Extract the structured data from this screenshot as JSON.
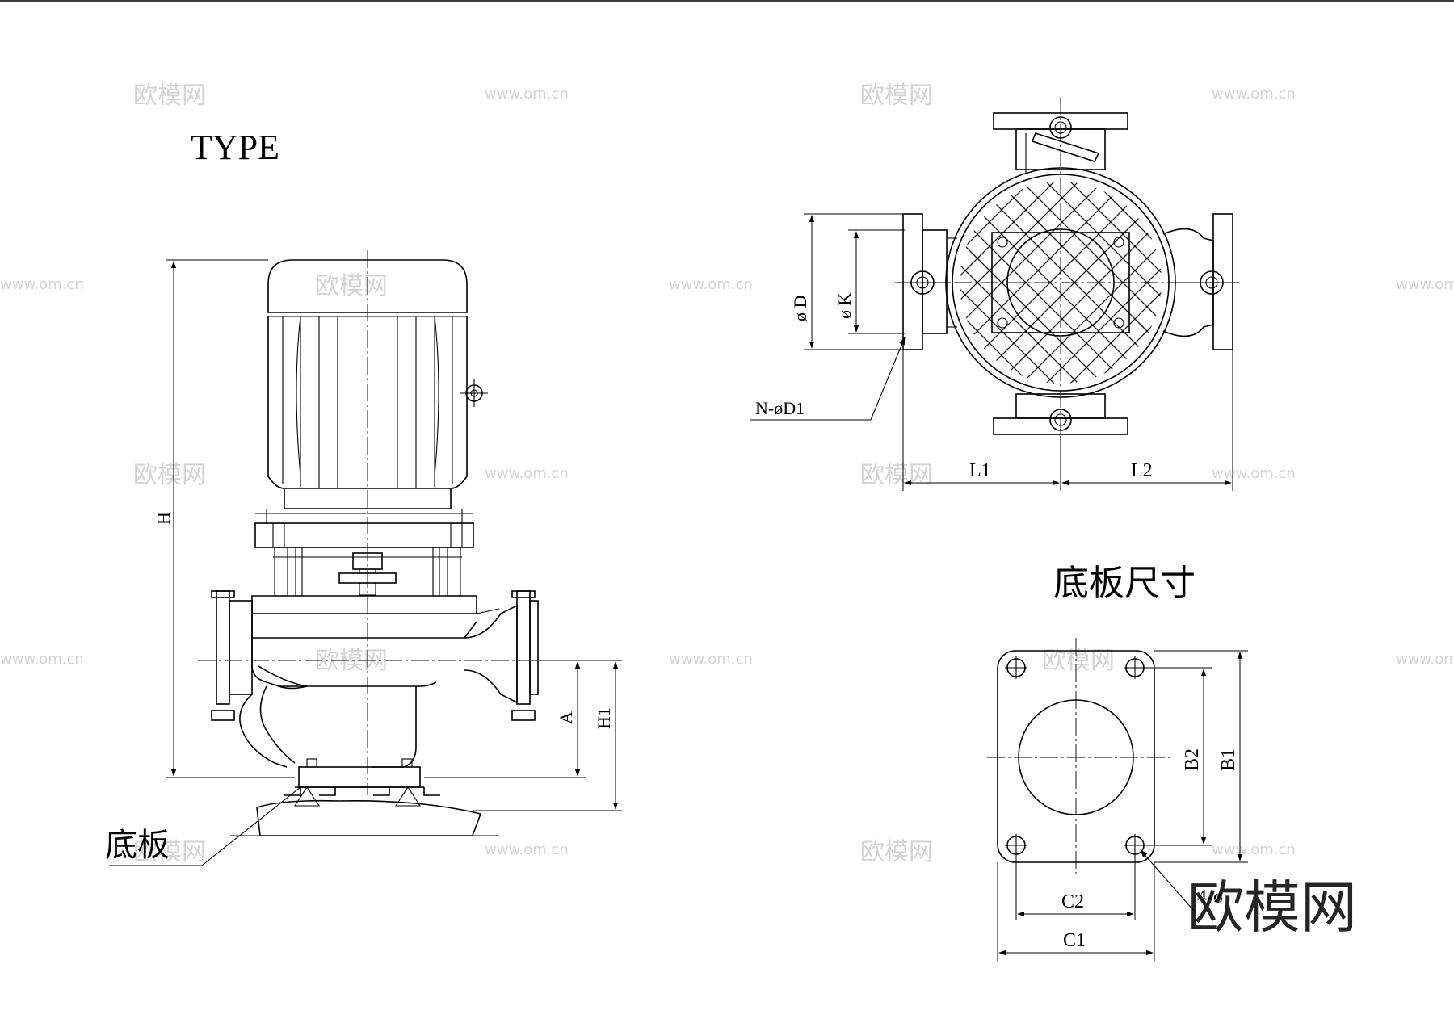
{
  "main_view": {
    "type_label": "TYPE",
    "dim_H": "H",
    "dim_H1": "H1",
    "dim_A": "A",
    "base_label": "底板"
  },
  "top_view": {
    "dim_D": "ø D",
    "dim_K": "ø K",
    "dim_bolt": "N-øD1",
    "dim_L1": "L1",
    "dim_L2": "L2"
  },
  "base_plate": {
    "title": "底板尺寸",
    "dim_B1": "B1",
    "dim_B2": "B2",
    "dim_C1": "C1",
    "dim_C2": "C2",
    "dim_hole": "4-ø"
  },
  "watermarks": {
    "brand": "欧模网",
    "url": "www.om.cn"
  },
  "colors": {
    "line": "#000000",
    "watermark": "#d4d4d4",
    "background": "#ffffff"
  }
}
